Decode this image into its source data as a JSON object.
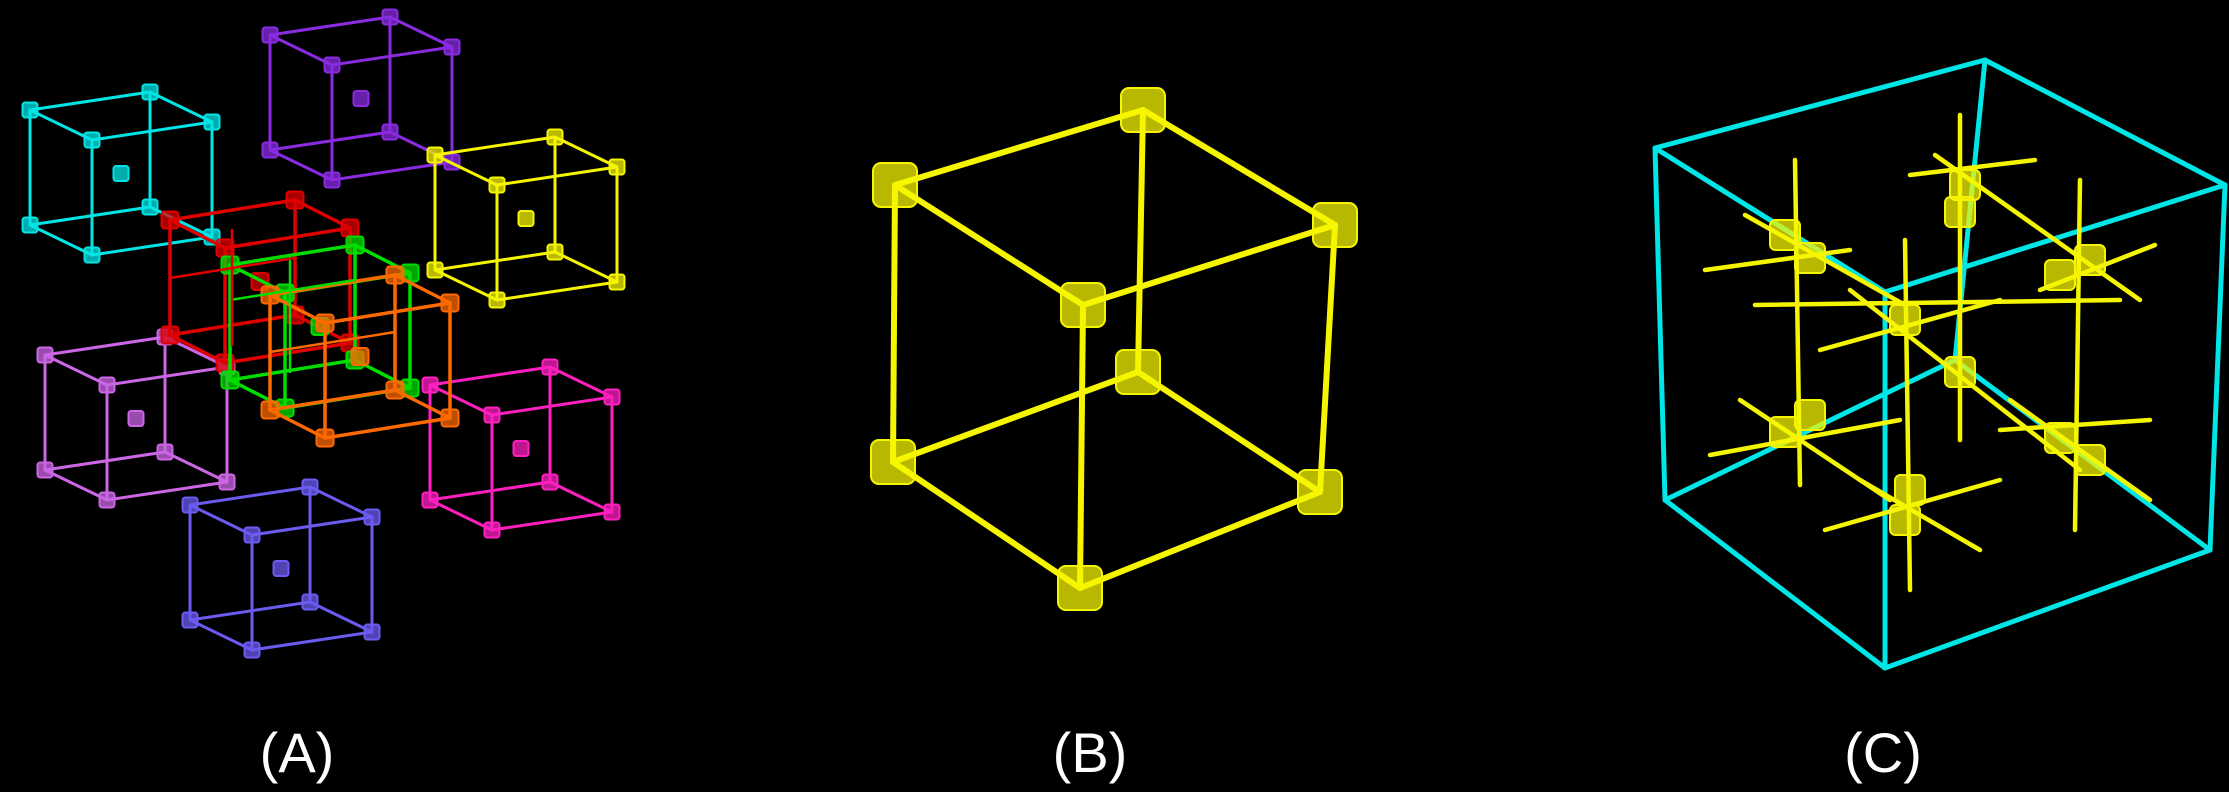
{
  "panels": {
    "a": {
      "label": "(A)"
    },
    "b": {
      "label": "(B)"
    },
    "c": {
      "label": "(C)"
    }
  },
  "colors": {
    "background": "#000000",
    "panel_a_cubes": [
      "#00e5e5",
      "#8a2be2",
      "#f5f500",
      "#cc66e6",
      "#ff1fbf",
      "#6b5bf0",
      "#e00000",
      "#00dd00",
      "#ff6a00"
    ],
    "panel_b": "#f5f500",
    "panel_c_frame": "#00e5e5",
    "panel_c_nodes": "#f5f500"
  }
}
